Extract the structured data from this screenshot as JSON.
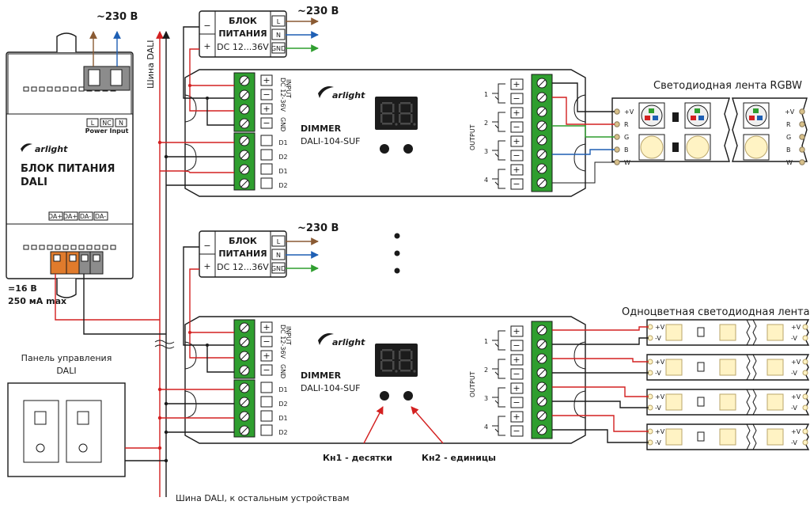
{
  "labels": {
    "mains_top_left": "~230 В",
    "mains_top": "~230 В",
    "mains_mid": "~230 В",
    "dali_bus_vertical": "Шина DALI",
    "dali_bus_bottom": "Шина DALI, к остальным устройствам",
    "dali_psu_brand": "arlight",
    "dali_psu_title_1": "БЛОК ПИТАНИЯ",
    "dali_psu_title_2": "DALI",
    "power_input": "Power Input",
    "term_L": "L",
    "term_NC": "NC",
    "term_N": "N",
    "da_terms": [
      "DA+",
      "DA+",
      "DA-",
      "DA-"
    ],
    "dali_out_1": "=16 В",
    "dali_out_2": "250 мА max",
    "panel_1": "Панель управления",
    "panel_2": "DALI",
    "psu_title_1": "БЛОК",
    "psu_title_2": "ПИТАНИЯ",
    "psu_voltage": "DC 12...36V",
    "psu_L": "L",
    "psu_N": "N",
    "psu_GND": "GND",
    "psu_minus": "−",
    "psu_plus": "+",
    "dimmer_brand": "arlight",
    "dimmer_title": "DIMMER",
    "dimmer_model": "DALI-104-SUF",
    "dimmer_input_1": "INPUT",
    "dimmer_input_2": "DC 12-36V",
    "dimmer_output": "OUTPUT",
    "input_terms": [
      "+",
      "−",
      "+",
      "−"
    ],
    "input_labels": [
      "",
      "",
      "",
      "GND"
    ],
    "dali_terms": [
      "D1",
      "D2",
      "D1",
      "D2"
    ],
    "out_channels": [
      "1",
      "2",
      "3",
      "4"
    ],
    "out_terms": [
      "+",
      "−",
      "+",
      "−",
      "+",
      "−",
      "+",
      "−"
    ],
    "rgbw_title": "Светодиодная лента RGBW",
    "rgbw_pins": [
      "+V",
      "R",
      "G",
      "B",
      "W"
    ],
    "mono_title": "Одноцветная светодиодная лента",
    "mono_plus": "+V",
    "mono_minus": "-V",
    "btn1": "Кн1 - десятки",
    "btn2": "Кн2 - единицы"
  },
  "colors": {
    "line": "#1a1a1a",
    "wire_red": "#d32020",
    "wire_green": "#2f9e2f",
    "wire_blue": "#1e5fb4",
    "wire_brown": "#8a5a33",
    "terminal_green": "#2f9e2f",
    "terminal_orange": "#e07b2c",
    "terminal_gray": "#8c8c8c"
  }
}
